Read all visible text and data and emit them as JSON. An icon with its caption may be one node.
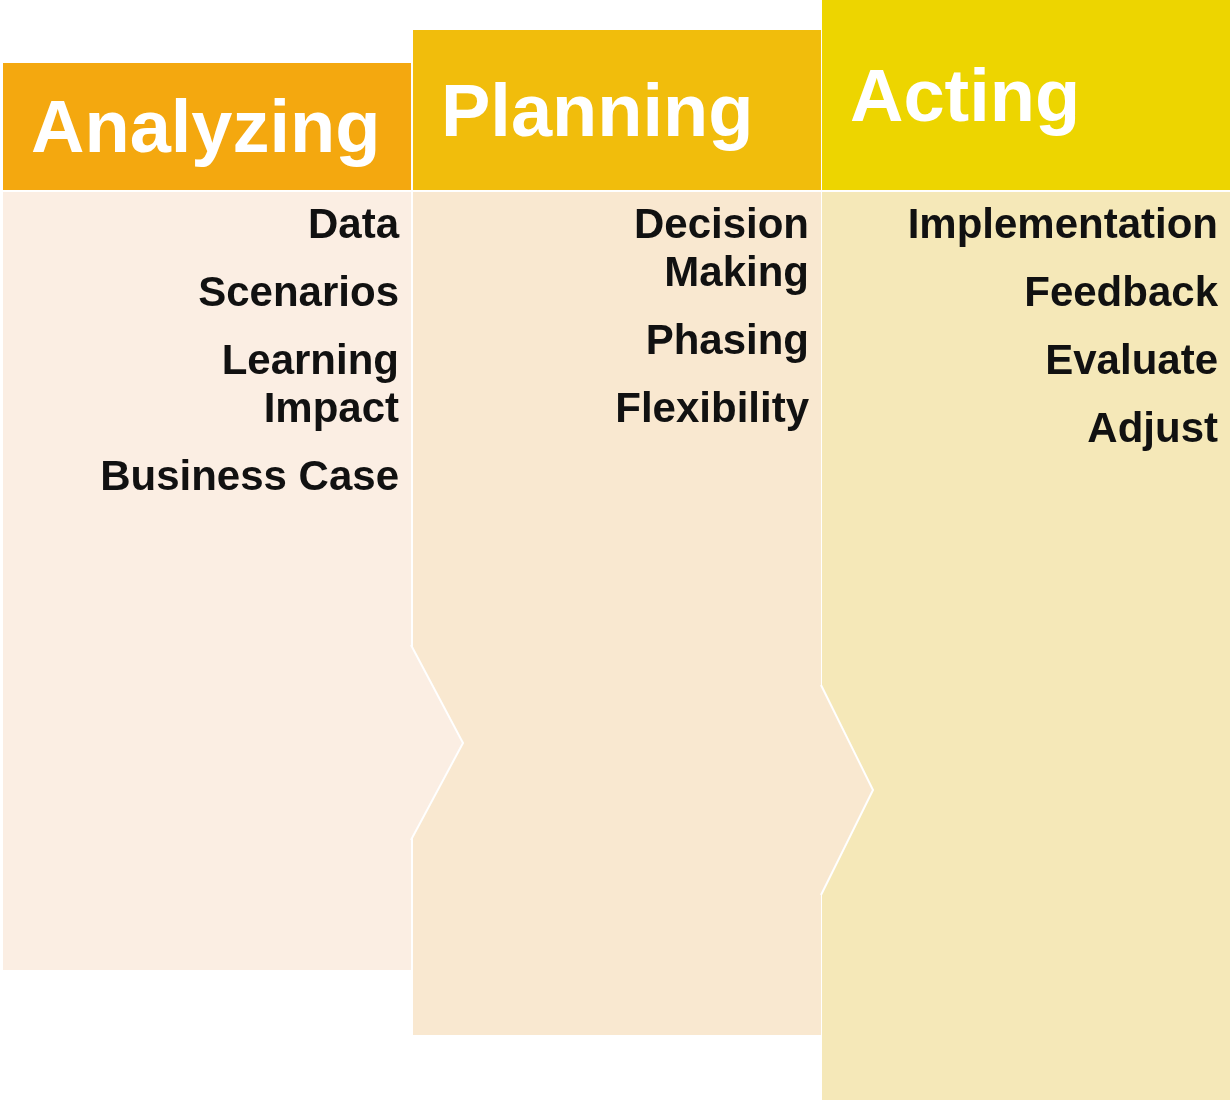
{
  "diagram": {
    "nodes": [
      {
        "text": [
          "Analyzing",
          "Data",
          "Scenarios",
          "Learning Impact",
          "Business Case"
        ]
      },
      {
        "text": [
          "Planning",
          "Decision Making",
          "Phasing",
          "Flexibility"
        ]
      },
      {
        "text": [
          "Acting",
          "Implementation",
          "Feedback",
          "Evaluate",
          "Adjust"
        ]
      }
    ],
    "edges": []
  }
}
